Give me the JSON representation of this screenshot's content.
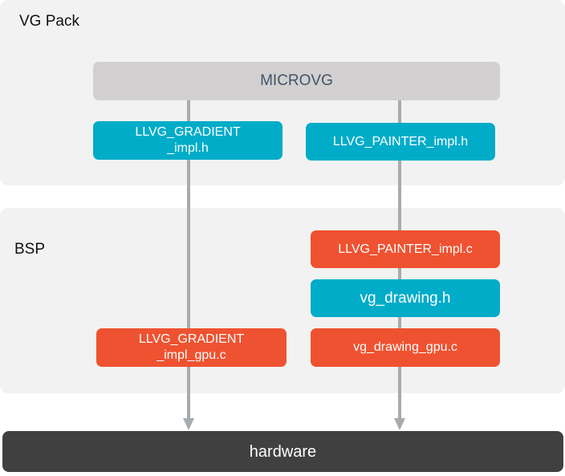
{
  "groups": {
    "vg_pack": {
      "label": "VG Pack"
    },
    "bsp": {
      "label": "BSP"
    }
  },
  "boxes": {
    "microvg": {
      "label": "MICROVG",
      "color": "#d2d0d0"
    },
    "llvg_gradient_impl_h": {
      "line1": "LLVG_GRADIENT",
      "line2": "_impl.h",
      "color": "#00acc8"
    },
    "llvg_painter_impl_h": {
      "label": "LLVG_PAINTER_impl.h",
      "color": "#00acc8"
    },
    "llvg_painter_impl_c": {
      "label": "LLVG_PAINTER_impl.c",
      "color": "#ef5230"
    },
    "vg_drawing_h": {
      "label": "vg_drawing.h",
      "color": "#00acc8"
    },
    "llvg_gradient_impl_gpu_c": {
      "line1": "LLVG_GRADIENT",
      "line2": "_impl_gpu.c",
      "color": "#ef5230"
    },
    "vg_drawing_gpu_c": {
      "label": "vg_drawing_gpu.c",
      "color": "#ef5230"
    },
    "hardware": {
      "label": "hardware",
      "color": "#404040"
    }
  },
  "connectors": {
    "color": "#a6abae",
    "items": [
      {
        "from": "MICROVG",
        "to": "hardware",
        "via": [
          "LLVG_GRADIENT_impl.h",
          "LLVG_GRADIENT_impl_gpu.c"
        ]
      },
      {
        "from": "MICROVG",
        "to": "hardware",
        "via": [
          "LLVG_PAINTER_impl.h",
          "LLVG_PAINTER_impl.c",
          "vg_drawing.h",
          "vg_drawing_gpu.c"
        ]
      }
    ]
  }
}
